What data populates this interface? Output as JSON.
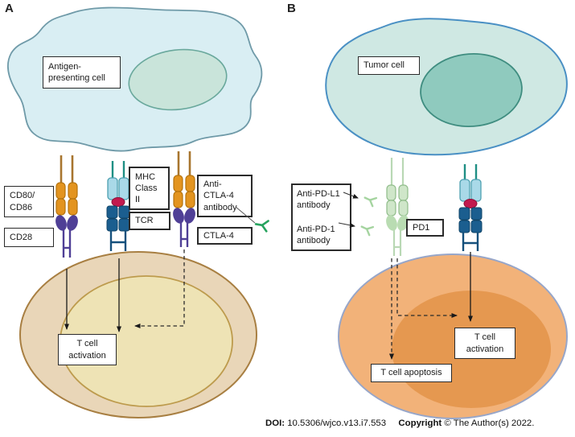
{
  "panels": {
    "a": {
      "letter": "A",
      "cell_label": [
        "Antigen-",
        "presenting cell"
      ],
      "labels": {
        "cd80_cd86": [
          "CD80/",
          "CD86"
        ],
        "cd28": "CD28",
        "mhc_class_ii": [
          "MHC",
          "Class",
          "II"
        ],
        "tcr": "TCR",
        "anti_ctla4_antibody": [
          "Anti-",
          "CTLA-4",
          "antibody"
        ],
        "ctla4": "CTLA-4",
        "t_cell_activation": [
          "T cell",
          "activation"
        ]
      }
    },
    "b": {
      "letter": "B",
      "cell_label": "Tumor cell",
      "labels": {
        "anti_pd_l1_antibody": [
          "Anti-PD-L1",
          "antibody"
        ],
        "anti_pd_1_antibody": [
          "Anti-PD-1",
          "antibody"
        ],
        "pd1": "PD1",
        "t_cell_activation": [
          "T cell",
          "activation"
        ],
        "t_cell_apoptosis": "T cell apoptosis"
      }
    }
  },
  "footer": {
    "doi_label": "DOI:",
    "doi_value": "10.5306/wjco.v13.i7.553",
    "copyright_label": "Copyright",
    "copyright_value": "© The Author(s) 2022."
  },
  "icons": {
    "antibody_green": "y-shaped-antibody-icon",
    "antibody_pale_green": "y-shaped-antibody-icon"
  },
  "colors": {
    "apc_cell": "#d9eef3",
    "apc_outline": "#6f9aa8",
    "apc_nucleus": "#c9e4da",
    "tumor_cell": "#cfe8e3",
    "tumor_outline": "#4a90c4",
    "tumor_nucleus": "#8fcabe",
    "t_cell_a": "#e9d6b8",
    "t_cell_a_outline": "#a87f42",
    "t_cell_a_nucleus": "#eee3b5",
    "t_cell_b": "#f2b279",
    "t_cell_b_outline": "#97a6c9",
    "t_cell_b_nucleus": "#e59850",
    "cd80_cd86": "#e3941f",
    "cd28_ctla4": "#4f3f96",
    "mhc": "#a9d9e8",
    "tcr": "#1b5e8f",
    "antigen_peptide": "#c21a4e",
    "pd_receptor": "#cfe6c9",
    "antibody_green": "#27a35e",
    "antibody_pale": "#a5d4a0"
  }
}
